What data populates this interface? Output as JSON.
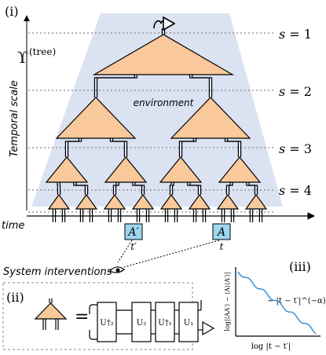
{
  "panels": {
    "i": "(i)",
    "ii": "(ii)",
    "iii": "(iii)"
  },
  "labels": {
    "upsilon": "ϒ",
    "upsilon_sup": "(tree)",
    "temporal_scale": "Temporal scale",
    "time": "time",
    "environment": "environment",
    "system_interventions": "System interventions",
    "s_prefix": "s = ",
    "scales": [
      "1",
      "2",
      "3",
      "4"
    ],
    "op_A_prime": "A′",
    "op_A": "A",
    "t_prime": "t′",
    "t": "t"
  },
  "decomposition": {
    "equals": "=",
    "unitaries": [
      "U†₂",
      "U₂",
      "U†₁",
      "U₁"
    ]
  },
  "plot": {
    "ylabel": "log|⟨AA′⟩ − ⟨A⟩⟨A′⟩|",
    "xlabel": "log |t − t′|",
    "annotation": "∼ |t − t′|^(−α)"
  },
  "colors": {
    "node_fill": "#f9c89b",
    "background_band": "#dbe2f2",
    "operator_box": "#9fd6f0",
    "curve": "#3b8fd0"
  }
}
